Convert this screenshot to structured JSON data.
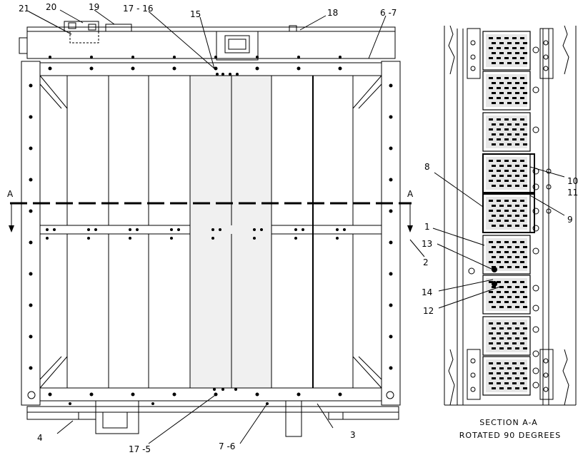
{
  "callouts": {
    "c21": "21",
    "c20": "20",
    "c19": "19",
    "c17_16": "17 - 16",
    "c15": "15",
    "c18": "18",
    "c6_7": "6 -7",
    "cA_left": "A",
    "cA_right": "A",
    "c2": "2",
    "c4": "4",
    "c17_5": "17 -5",
    "c7_6": "7 -6",
    "c3": "3",
    "c8": "8",
    "c10": "10",
    "c11": "11",
    "c9": "9",
    "c1": "1",
    "c13": "13",
    "c14": "14",
    "c12": "12"
  },
  "section": {
    "title": "SECTION A-A",
    "subtitle": "ROTATED 90 DEGREES"
  }
}
